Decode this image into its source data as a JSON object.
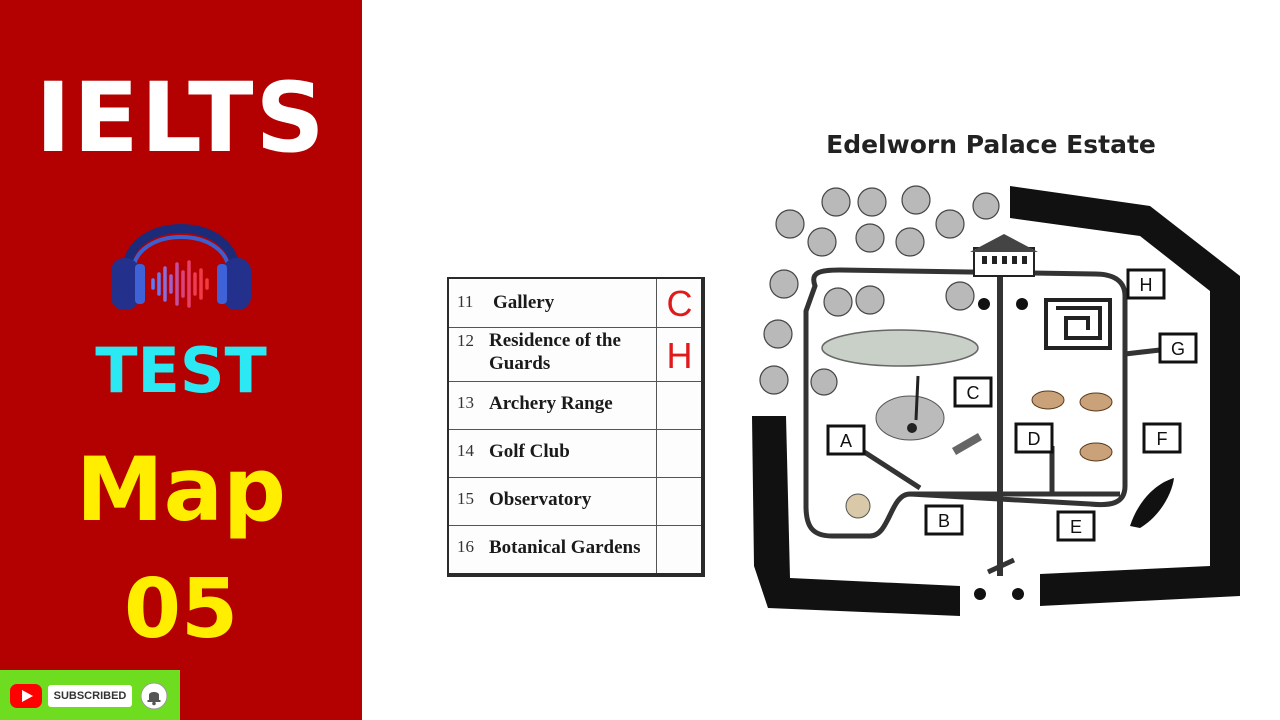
{
  "banner": {
    "title": "IELTS",
    "test": "TEST",
    "map": "Map",
    "number": "05",
    "subscribe": "SUBSCRIBED",
    "icons": [
      "headphones-icon",
      "youtube-icon",
      "bell-icon"
    ],
    "colors": {
      "background": "#b30000",
      "test": "#2be8f2",
      "map": "#ffee00",
      "subscribe_bar": "#6fdd1f"
    }
  },
  "questions": [
    {
      "number": "11",
      "label": "Gallery",
      "answer": "C"
    },
    {
      "number": "12",
      "label": "Residence of the\nGuards",
      "answer": "H"
    },
    {
      "number": "13",
      "label": "Archery Range",
      "answer": ""
    },
    {
      "number": "14",
      "label": "Golf Club",
      "answer": ""
    },
    {
      "number": "15",
      "label": "Observatory",
      "answer": ""
    },
    {
      "number": "16",
      "label": "Botanical Gardens",
      "answer": ""
    }
  ],
  "map": {
    "title": "Edelworn Palace Estate",
    "labels": {
      "A": "A",
      "B": "B",
      "C": "C",
      "D": "D",
      "E": "E",
      "F": "F",
      "G": "G",
      "H": "H"
    },
    "answer_color": "#e01a1a"
  }
}
